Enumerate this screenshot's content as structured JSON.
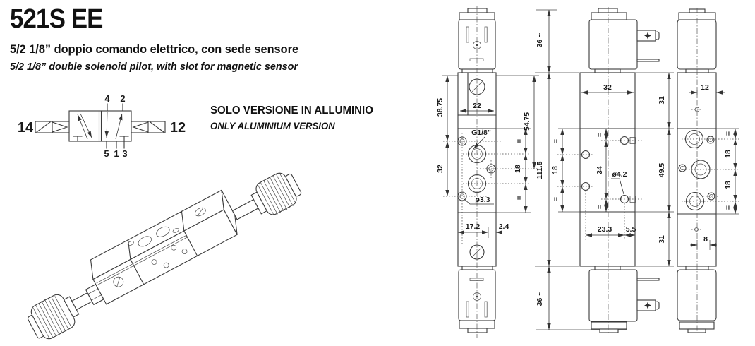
{
  "header": {
    "title": "521S EE",
    "subtitle_it": "5/2 1/8” doppio comando elettrico, con sede sensore",
    "subtitle_en": "5/2 1/8” double solenoid pilot, with slot for magnetic sensor"
  },
  "note": {
    "line1": "SOLO VERSIONE IN ALLUMINIO",
    "line2": "ONLY ALUMINIUM VERSION"
  },
  "schematic": {
    "port4": "4",
    "port2": "2",
    "port5": "5",
    "port1": "1",
    "port3": "3",
    "pilot_left": "14",
    "pilot_right": "12"
  },
  "dims": {
    "d3875": "38.75",
    "d32": "32",
    "d22": "22",
    "d5475": "54.75",
    "g18": "G1/8\"",
    "eq": "=",
    "d18": "18",
    "o33": "ø3.3",
    "d172": "17.2",
    "d24": "2.4",
    "d36": "36 ~",
    "d1115": "111.5",
    "d31": "31",
    "d495": "49.5",
    "d34": "34",
    "o42": "ø4.2",
    "d233": "23.3",
    "d55": "5.5",
    "d12": "12",
    "d8": "8"
  }
}
